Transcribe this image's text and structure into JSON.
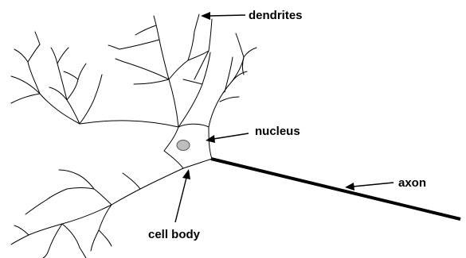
{
  "labels": {
    "dendrites": "dendrites",
    "nucleus": "nucleus",
    "axon": "axon",
    "cell_body": "cell body"
  },
  "colors": {
    "ink": "#000000",
    "background": "#ffffff",
    "nucleus_fill": "#bdbdbd",
    "cell_fill": "#ffffff"
  }
}
